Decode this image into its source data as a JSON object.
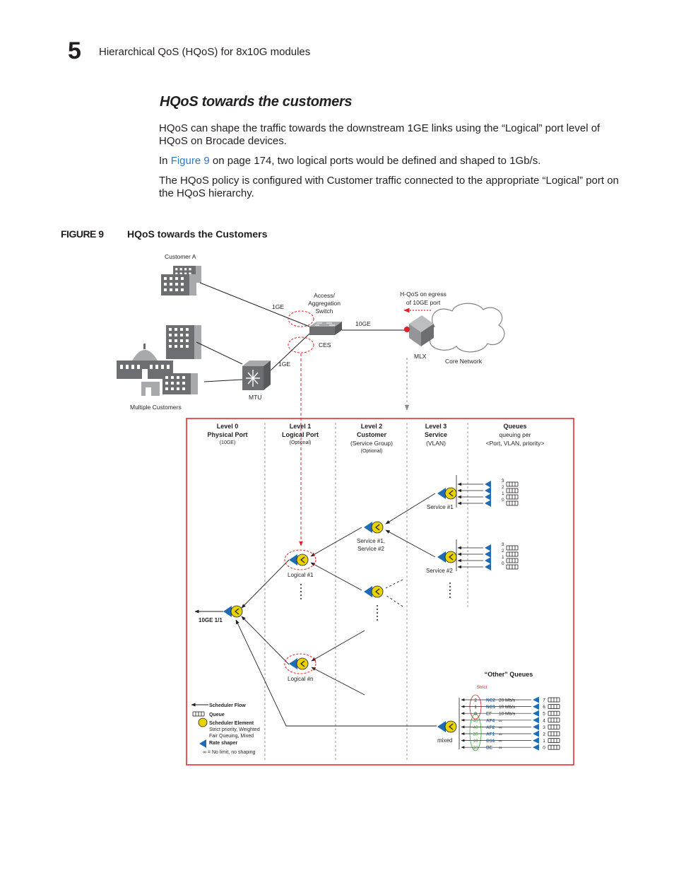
{
  "header": {
    "chapter_number": "5",
    "running_title": "Hierarchical QoS (HQoS) for 8x10G modules"
  },
  "section": {
    "title": "HQoS towards the customers",
    "para1": "HQoS can shape the traffic towards the downstream 1GE links using the “Logical” port level of HQoS on Brocade devices.",
    "para2_pre": "In ",
    "para2_link": "Figure 9",
    "para2_post": " on page 174, two logical ports would be defined and shaped to 1Gb/s.",
    "para3": "The HQoS policy is configured with Customer traffic connected to the appropriate “Logical” port on the HQoS hierarchy."
  },
  "figure": {
    "label": "FIGURE 9",
    "title": "HQoS towards the Customers",
    "network": {
      "customer_a": "Customer A",
      "multiple_customers": "Multiple Customers",
      "link_1ge_a": "1GE",
      "link_1ge_b": "1GE",
      "link_10ge": "10GE",
      "access_switch_1": "Access/",
      "access_switch_2": "Aggregation",
      "access_switch_3": "Switch",
      "ces": "CES",
      "mtu": "MTU",
      "mlx": "MLX",
      "hqos_egress_1": "H-QoS on egress",
      "hqos_egress_2": "of 10GE port",
      "core_network": "Core Network"
    },
    "levels": [
      {
        "title1": "Level 0",
        "title2": "Physical Port",
        "sub": "(10GE)"
      },
      {
        "title1": "Level 1",
        "title2": "Logical Port",
        "sub": "(Optional)"
      },
      {
        "title1": "Level 2",
        "title2": "Customer",
        "sub1": "(Service Group)",
        "sub2": "(Optional)"
      },
      {
        "title1": "Level 3",
        "title2": "Service",
        "sub": "(VLAN)"
      },
      {
        "title1": "Queues",
        "sub1": "queuing per",
        "sub2": "<Port, VLAN, priority>"
      }
    ],
    "nodes": {
      "port": "10GE 1/1",
      "logical1": "Logical #1",
      "logicaln": "Logical #n",
      "service12_1": "Service #1,",
      "service12_2": "Service #2",
      "service1": "Service #1",
      "service2": "Service #2",
      "mixed": "mixed",
      "other_queues": "“Other” Queues",
      "strict": "Strict"
    },
    "queue_numbers": [
      "3",
      "2",
      "1",
      "0"
    ],
    "other_rows": [
      {
        "weight": "2",
        "cls": "NC2",
        "rate": "20 Mb/s",
        "idx": "7"
      },
      {
        "weight": "1",
        "cls": "NC1",
        "rate": "10 Mb/s",
        "idx": "6"
      },
      {
        "weight": "0",
        "cls": "EF",
        "rate": "10 Mb/s",
        "idx": "5"
      },
      {
        "weight": "40",
        "cls": "AF4",
        "rate": "∞",
        "idx": "4"
      },
      {
        "weight": "40",
        "cls": "AF2",
        "rate": "∞",
        "idx": "3"
      },
      {
        "weight": "20",
        "cls": "AF1",
        "rate": "∞",
        "idx": "2"
      },
      {
        "weight": "10",
        "cls": "CS1",
        "rate": "∞",
        "idx": "1"
      },
      {
        "weight": "10",
        "cls": "BE",
        "rate": "∞",
        "idx": "0"
      }
    ],
    "legend": {
      "flow": "Scheduler Flow",
      "queue": "Queue",
      "element": "Scheduler Element",
      "element_desc1": "Strict priority, Weighted",
      "element_desc2": "Fair Queuing, Mixed",
      "shaper": "Rate shaper",
      "nolimit": "∞ = No limit, no shaping"
    },
    "colors": {
      "frame": "#e31e24",
      "triangle": "#1f6bb5",
      "element": "#e8d300",
      "class_blue": "#1f6bb5",
      "weight_green": "#3aaa35"
    }
  }
}
